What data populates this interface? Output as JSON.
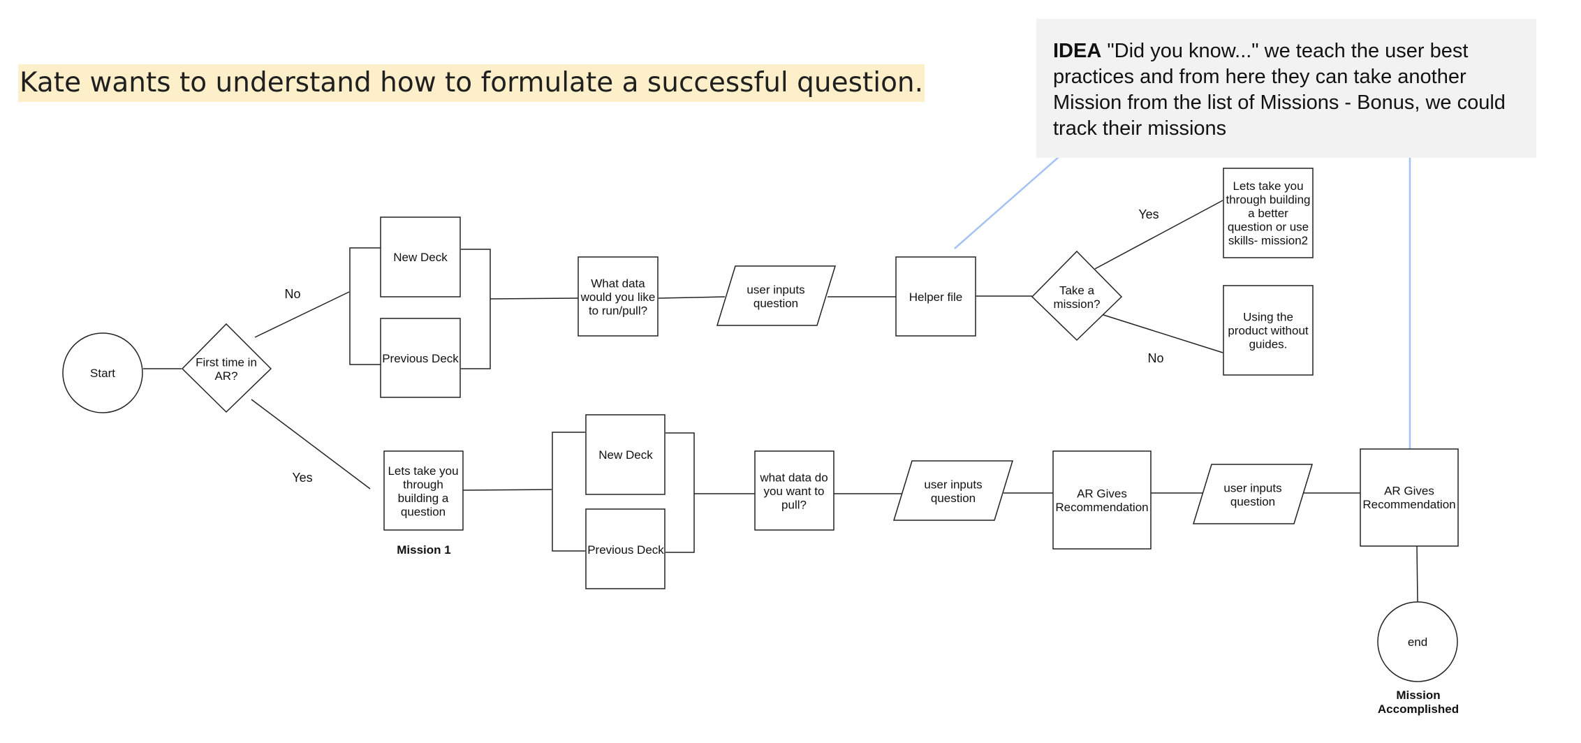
{
  "title": "Kate wants to understand how to formulate a successful question.",
  "idea_note": {
    "label": "IDEA",
    "text": "\"Did you know...\"  we teach the user best practices and from here they can take another Mission from the list of Missions - Bonus, we could track their missions"
  },
  "nodes": {
    "start": [
      "Start"
    ],
    "first_time": [
      "First time in",
      "AR?"
    ],
    "new_deck_top": [
      "New Deck"
    ],
    "prev_deck_top": [
      "Previous Deck"
    ],
    "what_data_top": [
      "What data",
      "would you like",
      "to run/pull?"
    ],
    "user_inputs_top": [
      "user inputs",
      "question"
    ],
    "helper_file": [
      "Helper file"
    ],
    "take_mission": [
      "Take a",
      "mission?"
    ],
    "mission2": [
      "Lets take you",
      "through building",
      "a better",
      "question or use",
      "skills- mission2"
    ],
    "no_guides": [
      "Using the",
      "product without",
      "guides."
    ],
    "mission1_box": [
      "Lets take you",
      "through",
      "building a",
      "question"
    ],
    "new_deck_bottom": [
      "New Deck"
    ],
    "prev_deck_bottom": [
      "Previous Deck"
    ],
    "what_data_bottom": [
      "what data do",
      "you want to",
      "pull?"
    ],
    "user_inputs_b1": [
      "user inputs",
      "question"
    ],
    "ar_reco_1": [
      "AR Gives",
      "Recommendation"
    ],
    "user_inputs_b2": [
      "user inputs",
      "question"
    ],
    "ar_reco_2": [
      "AR Gives",
      "Recommendation"
    ],
    "end": [
      "end"
    ]
  },
  "labels": {
    "no_top": "No",
    "yes_bottom": "Yes",
    "yes_mission": "Yes",
    "no_mission": "No",
    "mission1": "Mission 1",
    "mission_accomplished": [
      "Mission",
      "Accomplished"
    ]
  },
  "colors": {
    "title_highlight": "#fcefc9",
    "note_background": "#f2f2f2",
    "connector_blue": "#a4c2f4",
    "stroke": "#222222"
  }
}
